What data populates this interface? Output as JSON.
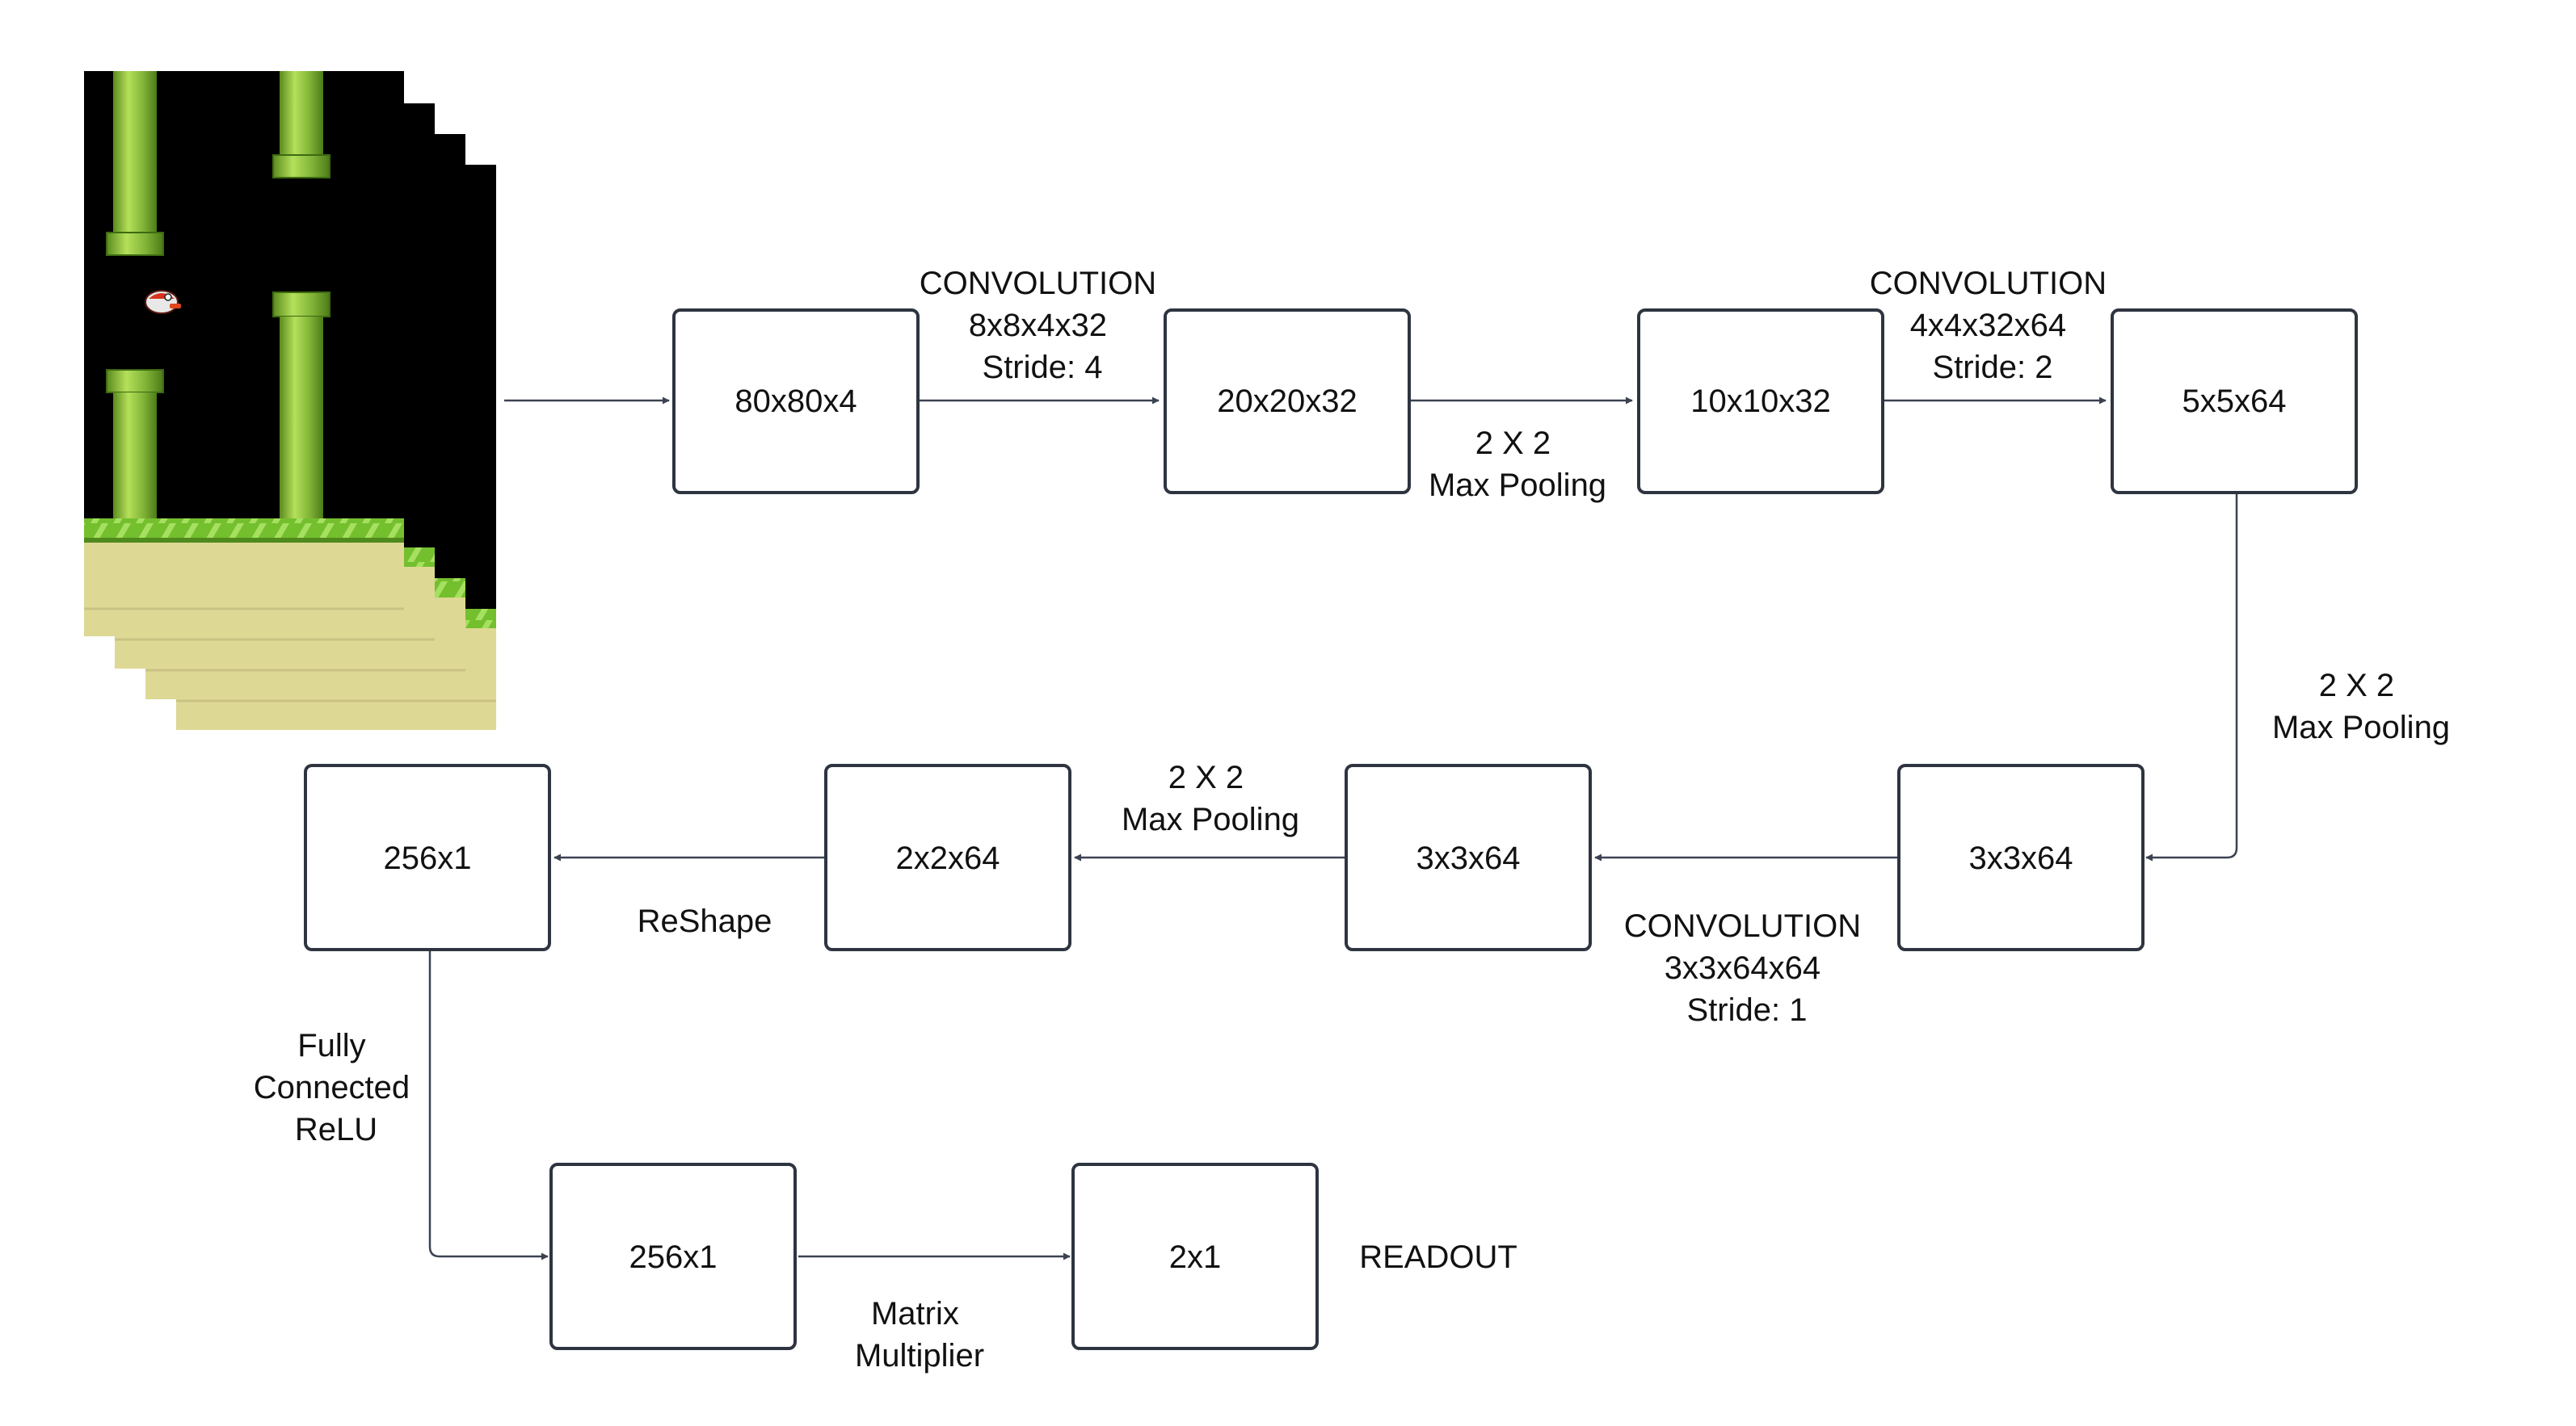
{
  "diagram": {
    "nodes": [
      {
        "id": "n1",
        "label": "80x80x4"
      },
      {
        "id": "n2",
        "label": "20x20x32"
      },
      {
        "id": "n3",
        "label": "10x10x32"
      },
      {
        "id": "n4",
        "label": "5x5x64"
      },
      {
        "id": "n5",
        "label": "3x3x64"
      },
      {
        "id": "n6",
        "label": "3x3x64"
      },
      {
        "id": "n7",
        "label": "2x2x64"
      },
      {
        "id": "n8",
        "label": "256x1"
      },
      {
        "id": "n9",
        "label": "256x1"
      },
      {
        "id": "n10",
        "label": "2x1"
      }
    ],
    "edges": [
      {
        "from": "input-frames",
        "to": "n1",
        "label": []
      },
      {
        "from": "n1",
        "to": "n2",
        "label": [
          "CONVOLUTION",
          "8x8x4x32",
          "Stride: 4"
        ]
      },
      {
        "from": "n2",
        "to": "n3",
        "label": [
          "2 X 2",
          "Max Pooling"
        ]
      },
      {
        "from": "n3",
        "to": "n4",
        "label": [
          "CONVOLUTION",
          "4x4x32x64",
          "Stride: 2"
        ]
      },
      {
        "from": "n4",
        "to": "n5",
        "label": [
          "2 X 2",
          "Max Pooling"
        ]
      },
      {
        "from": "n5",
        "to": "n6",
        "label": [
          "CONVOLUTION",
          "3x3x64x64",
          "Stride: 1"
        ]
      },
      {
        "from": "n6",
        "to": "n7",
        "label": [
          "2 X 2",
          "Max Pooling"
        ]
      },
      {
        "from": "n7",
        "to": "n8",
        "label": [
          "ReShape"
        ]
      },
      {
        "from": "n8",
        "to": "n9",
        "label": [
          "Fully",
          "Connected",
          "ReLU"
        ]
      },
      {
        "from": "n9",
        "to": "n10",
        "label": [
          "Matrix",
          "Multiplier"
        ]
      }
    ],
    "annotations": [
      {
        "id": "readout",
        "text": "READOUT"
      }
    ],
    "input_image": {
      "description_icon": "flappy-bird-frame-stack-icon",
      "frame_count": 4
    },
    "colors": {
      "box_stroke": "#2e3440",
      "edge": "#3b4252",
      "text": "#111111",
      "game_background": "#000000",
      "pipe_green": "#8cbf3a",
      "ground_sand": "#ded895",
      "grass_green": "#74bf2e"
    }
  }
}
